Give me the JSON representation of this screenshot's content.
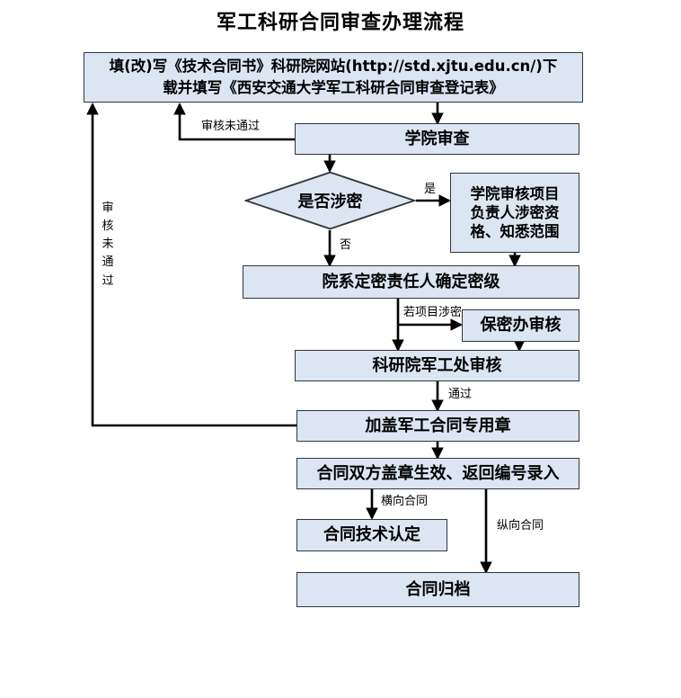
{
  "title": "军工科研合同审查办理流程",
  "theme": {
    "node_fill": "#dce6f2",
    "node_stroke": "#31353b",
    "line_color": "#000000",
    "background": "#ffffff",
    "text_color": "#000000"
  },
  "nodes": {
    "start": "填(改)写《技术合同书》科研院网站(http://std.xjtu.edu.cn/)下载并填写《西安交通大学军工科研合同审查登记表》",
    "start_line1": "填(改)写《技术合同书》科研院网站(http://std.xjtu.edu.cn/)下",
    "start_line2": "载并填写《西安交通大学军工科研合同审查登记表》",
    "college_review": "学院审查",
    "decision_secret": "是否涉密",
    "college_qualify": "学院审核项目负责人涉密资格、知悉范围",
    "college_qualify_line1": "学院审核项目",
    "college_qualify_line2": "负责人涉密资",
    "college_qualify_line3": "格、知悉范围",
    "dept_level": "院系定密责任人确定密级",
    "security_office": "保密办审核",
    "institute_review": "科研院军工处审核",
    "stamp": "加盖军工合同专用章",
    "effective": "合同双方盖章生效、返回编号录入",
    "tech_cert": "合同技术认定",
    "archive": "合同归档"
  },
  "edge_labels": {
    "review_failed_top": "审核未通过",
    "review_failed_side": "审核未通过",
    "yes": "是",
    "no": "否",
    "if_secret": "若项目涉密",
    "passed": "通过",
    "horizontal_contract": "横向合同",
    "vertical_contract": "纵向合同"
  }
}
